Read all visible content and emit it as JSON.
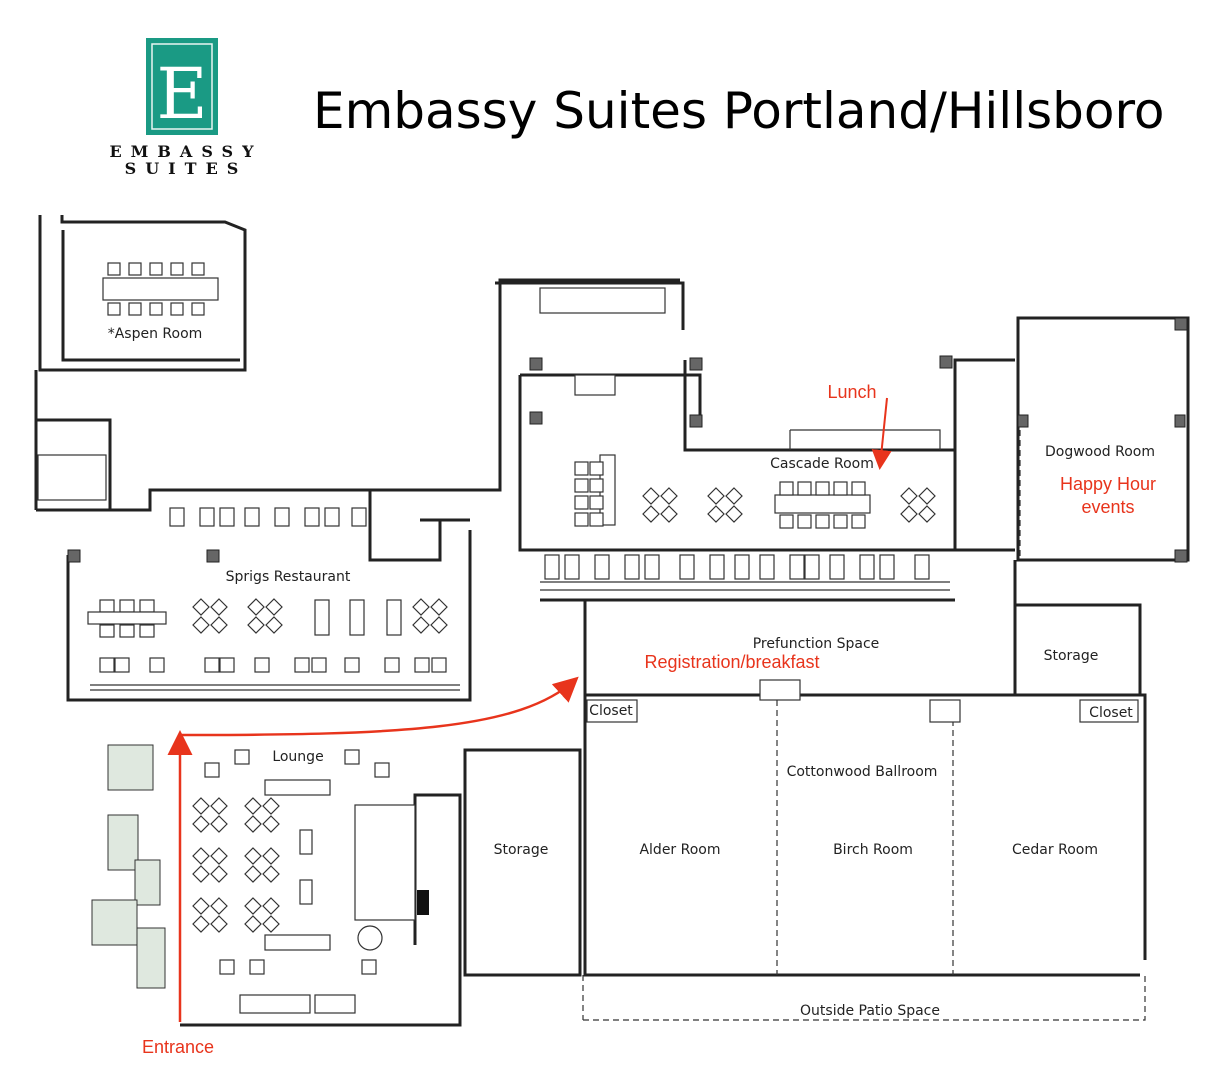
{
  "title": "Embassy Suites Portland/Hillsboro",
  "logo": {
    "letter": "E",
    "line1": "EMBASSY",
    "line2": "SUITES",
    "color": "#1a9a84"
  },
  "rooms": {
    "aspen": "*Aspen Room",
    "cascade": "Cascade Room",
    "dogwood": "Dogwood Room",
    "sprigs": "Sprigs Restaurant",
    "prefunction": "Prefunction Space",
    "storage_right": "Storage",
    "closet_left": "Closet",
    "closet_right": "Closet",
    "lounge": "Lounge",
    "cottonwood": "Cottonwood Ballroom",
    "storage_center": "Storage",
    "alder": "Alder Room",
    "birch": "Birch Room",
    "cedar": "Cedar Room",
    "patio": "Outside Patio Space"
  },
  "annotations": {
    "lunch": "Lunch",
    "happy_hour_1": "Happy Hour",
    "happy_hour_2": "events",
    "registration": "Registration/breakfast",
    "entrance": "Entrance",
    "color": "#e8341c"
  }
}
